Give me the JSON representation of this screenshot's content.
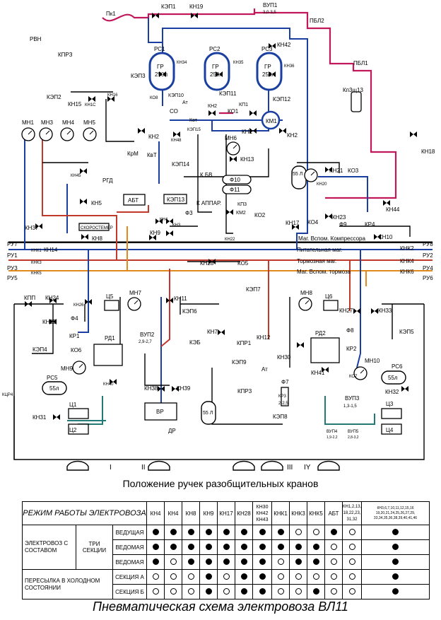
{
  "diagram": {
    "labels": {
      "pk1": "Пк1",
      "kep1": "КЭП1",
      "kn19": "КН19",
      "vup1": "ВУП1",
      "vup1_range": "3,0-3,5",
      "pbl2": "ПБЛ2",
      "rvn": "РВН",
      "kpr3": "КПРЗ",
      "kep2": "КЭП2",
      "kn15": "КН15",
      "kn1s": "КН1С",
      "kn16": "КН16",
      "kep3": "КЭП3",
      "ko8": "КО8",
      "kep10": "КЭП10",
      "at": "Ат",
      "rs1": "РС1",
      "rs2": "РС2",
      "rs3": "РС3",
      "gr": "ГР",
      "vol250": "250л",
      "kn34": "КН34",
      "kn35": "КН35",
      "kn36": "КН36",
      "kn42": "КН42",
      "kep11": "КЭП11",
      "kep12": "КЭП12",
      "pbl1": "ПБЛ1",
      "kp3shch13": "Кп3щ13",
      "kn18": "КН18",
      "so": "СО",
      "kot": "Кот",
      "kn2": "КН2",
      "ko1": "КО1",
      "kp1": "КП1",
      "km1": "КМ1",
      "kn1": "КН1",
      "kn2b": "КН2",
      "mn1": "МН1",
      "mn3": "МН3",
      "mn4": "МН4",
      "mn5": "МН5",
      "mn6": "МН6",
      "kep15": "КЭП15",
      "kn48": "КН48",
      "kep14": "КЭП14",
      "kn13": "КН13",
      "krm": "КрМ",
      "kvt": "КвТ",
      "rgd": "РГД",
      "kn45": "КН45",
      "kn5": "КН5",
      "abt": "АБТ",
      "kep13": "КЭП13",
      "k_bv": "К БВ",
      "f10": "Ф10",
      "f11": "Ф11",
      "k_appar": "К АППАР.",
      "f3": "Ф3",
      "kn4": "КН4",
      "kn3": "КН3",
      "kn37": "КН37",
      "skorostemer": "СКОРОСТЕМЕР",
      "kn8": "КН8",
      "kn9": "КН9",
      "kp3": "КП3",
      "km2": "КМ2",
      "ko2": "КО2",
      "kn22": "КН22",
      "l55": "55 Л",
      "kn20": "КН20",
      "kn21": "КН21",
      "ko3": "КО3",
      "kn44": "КН44",
      "kn23": "КН23",
      "kn17": "КН17",
      "ko4": "КО4",
      "f9": "Ф9",
      "kr4": "КР4",
      "kn10": "КН10",
      "ru7": "РУ7",
      "ru1": "РУ1",
      "ru3": "РУ3",
      "ru5": "РУ5",
      "ru8": "РУ8",
      "ru2": "РУ2",
      "ru4": "РУ4",
      "ru6": "РУ6",
      "knk1": "КНК1",
      "knk3": "КНК3",
      "knk5": "КНК5",
      "kn14": "КН14",
      "knk2": "КНК2",
      "knk4": "КНК4",
      "knk6": "КНК6",
      "main_pit": "Питательная маг.",
      "main_tor": "Тормозная маг.",
      "main_comp": "Маг. Вспом. Компрессора",
      "main_vsp": "Маг. Вспом. тормоза",
      "kn28": "КН28",
      "ko5": "КО5",
      "kpp": "КПП",
      "kn24": "КН24",
      "kn25": "КН25",
      "kn26": "КН26",
      "f4": "Ф4",
      "kr1": "КР1",
      "ko6": "КО6",
      "kep4": "КЭП4",
      "mn9": "МН9",
      "rs5": "РС5",
      "l55b": "55л",
      "kn40": "КН40",
      "kn31": "КН31",
      "ts1": "Ц1",
      "ts2": "Ц2",
      "ts3": "Ц3",
      "ts4": "Ц4",
      "ts5": "Ц5",
      "ts6": "Ц6",
      "mn7": "МН7",
      "rd1": "РД1",
      "vup2": "ВУП2",
      "vup2_range": "2,9-2,7",
      "kn11": "КН11",
      "kep6": "КЭП6",
      "kn7": "КН7",
      "kep7": "КЭП7",
      "kn12": "КН12",
      "kpr1": "КПР1",
      "keb": "КЭБ",
      "kep9": "КЭП9",
      "kpr3b": "КПР3",
      "kep8": "КЭП8",
      "kn38": "КН38",
      "kn39": "КН39",
      "vr": "ВР",
      "dr": "ДР",
      "l55c": "55 Л",
      "kn30": "КН30",
      "f7": "Ф7",
      "kr3": "КР3",
      "kr3_range": "2-2,5",
      "mn8": "МН8",
      "kn27": "КН27",
      "kn33": "КН33",
      "f8": "Ф8",
      "kr2": "КР2",
      "rd2": "РД2",
      "kep5": "КЭП5",
      "mn10": "МН10",
      "ko7": "КО7",
      "kn41": "КН41",
      "rs6": "РС6",
      "l55d": "55л",
      "kn32": "КН32",
      "vup3": "ВУП3",
      "vup3_range": "1,3-1,5",
      "vup4": "ВУП4",
      "vup4_range": "1,9-2,2",
      "vup5": "ВУП5",
      "vup5_range": "2,8-3,2",
      "ktsr4": "КЦР4",
      "roman1": "I",
      "roman2": "II",
      "roman3": "III",
      "roman4": "IY"
    },
    "caption": "Положение ручек разобщительных кранов"
  },
  "table": {
    "mode_header": "РЕЖИМ РАБОТЫ ЭЛЕКТРОВОЗА",
    "columns": [
      "КН4",
      "КН4",
      "КН8",
      "КН9",
      "КН17",
      "КН28",
      "КН30\nКН42\nКН43",
      "КНК1",
      "КНК3",
      "КНК5",
      "АБТ",
      "КН1,2,13,\n18,22,23,\n31,32",
      "КН3,6,7,10,11,12,15,16\n19,20,21,24,25,26,27,29,\n33,34,35,36,38,39,40,41,46"
    ],
    "group1_label": "ЭЛЕКТРОВОЗ С СОСТАВОМ",
    "group1_sub": "ТРИ СЕКЦИИ",
    "group2_label": "ПЕРЕСЫЛКА В ХОЛОДНОМ СОСТОЯНИИ",
    "rows": [
      {
        "label": "ВЕДУЩАЯ",
        "cells": [
          1,
          1,
          1,
          1,
          1,
          1,
          1,
          1,
          0,
          0,
          1,
          0,
          1
        ]
      },
      {
        "label": "ВЕДОМАЯ",
        "cells": [
          1,
          1,
          1,
          1,
          1,
          1,
          1,
          1,
          1,
          1,
          0,
          0,
          1
        ]
      },
      {
        "label": "ВЕДОМАЯ",
        "cells": [
          1,
          0,
          1,
          1,
          1,
          1,
          1,
          0,
          1,
          1,
          0,
          0,
          1
        ]
      },
      {
        "label": "СЕКЦИЯ А",
        "cells": [
          0,
          0,
          0,
          1,
          0,
          1,
          1,
          0,
          0,
          0,
          0,
          0,
          1
        ]
      },
      {
        "label": "СЕКЦИЯ Б",
        "cells": [
          0,
          0,
          0,
          1,
          0,
          1,
          1,
          0,
          0,
          1,
          0,
          0,
          1
        ]
      }
    ]
  },
  "title": "Пневматическая схема электровоза ВЛ11",
  "colors": {
    "feed": "#1a3fa0",
    "brake": "#c0392b",
    "aux": "#e08a1e",
    "comp": "#c2185b",
    "teal": "#1f7a78",
    "line": "#000000"
  }
}
